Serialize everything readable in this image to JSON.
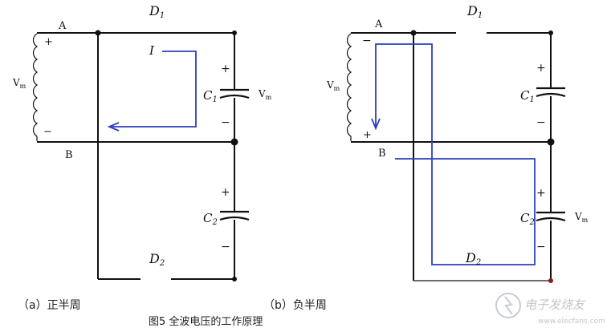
{
  "left_circuit": {
    "node_a": "A",
    "node_b": "B",
    "diode_top": "D",
    "diode_top_sub": "1",
    "diode_bottom": "D",
    "diode_bottom_sub": "2",
    "source_label": "V",
    "source_label_sub": "m",
    "source_plus": "+",
    "source_minus": "−",
    "current_label": "I",
    "cap1": "C",
    "cap1_sub": "1",
    "cap1_voltage": "V",
    "cap1_voltage_sub": "m",
    "cap1_plus": "+",
    "cap1_minus": "−",
    "cap2": "C",
    "cap2_sub": "2",
    "cap2_plus": "+",
    "cap2_minus": "−"
  },
  "right_circuit": {
    "node_a": "A",
    "node_b": "B",
    "diode_top": "D",
    "diode_top_sub": "1",
    "diode_bottom": "D",
    "diode_bottom_sub": "2",
    "source_label": "V",
    "source_label_sub": "m",
    "source_plus": "+",
    "source_minus": "−",
    "cap1": "C",
    "cap1_sub": "1",
    "cap1_plus": "+",
    "cap1_minus": "−",
    "cap2": "C",
    "cap2_sub": "2",
    "cap2_voltage": "V",
    "cap2_voltage_sub": "m",
    "cap2_plus": "+",
    "cap2_minus": "−"
  },
  "captions": {
    "left": "（a）正半周",
    "right": "（b）负半周",
    "figure": "图5 全波电压的工作原理"
  },
  "watermark": {
    "text": "电子发烧友",
    "url": "www.elecfans.com"
  },
  "colors": {
    "wire": "#111111",
    "current_path": "#2b3fbf",
    "source_plus": "#c0392b",
    "node_red": "#8b1a1a"
  }
}
